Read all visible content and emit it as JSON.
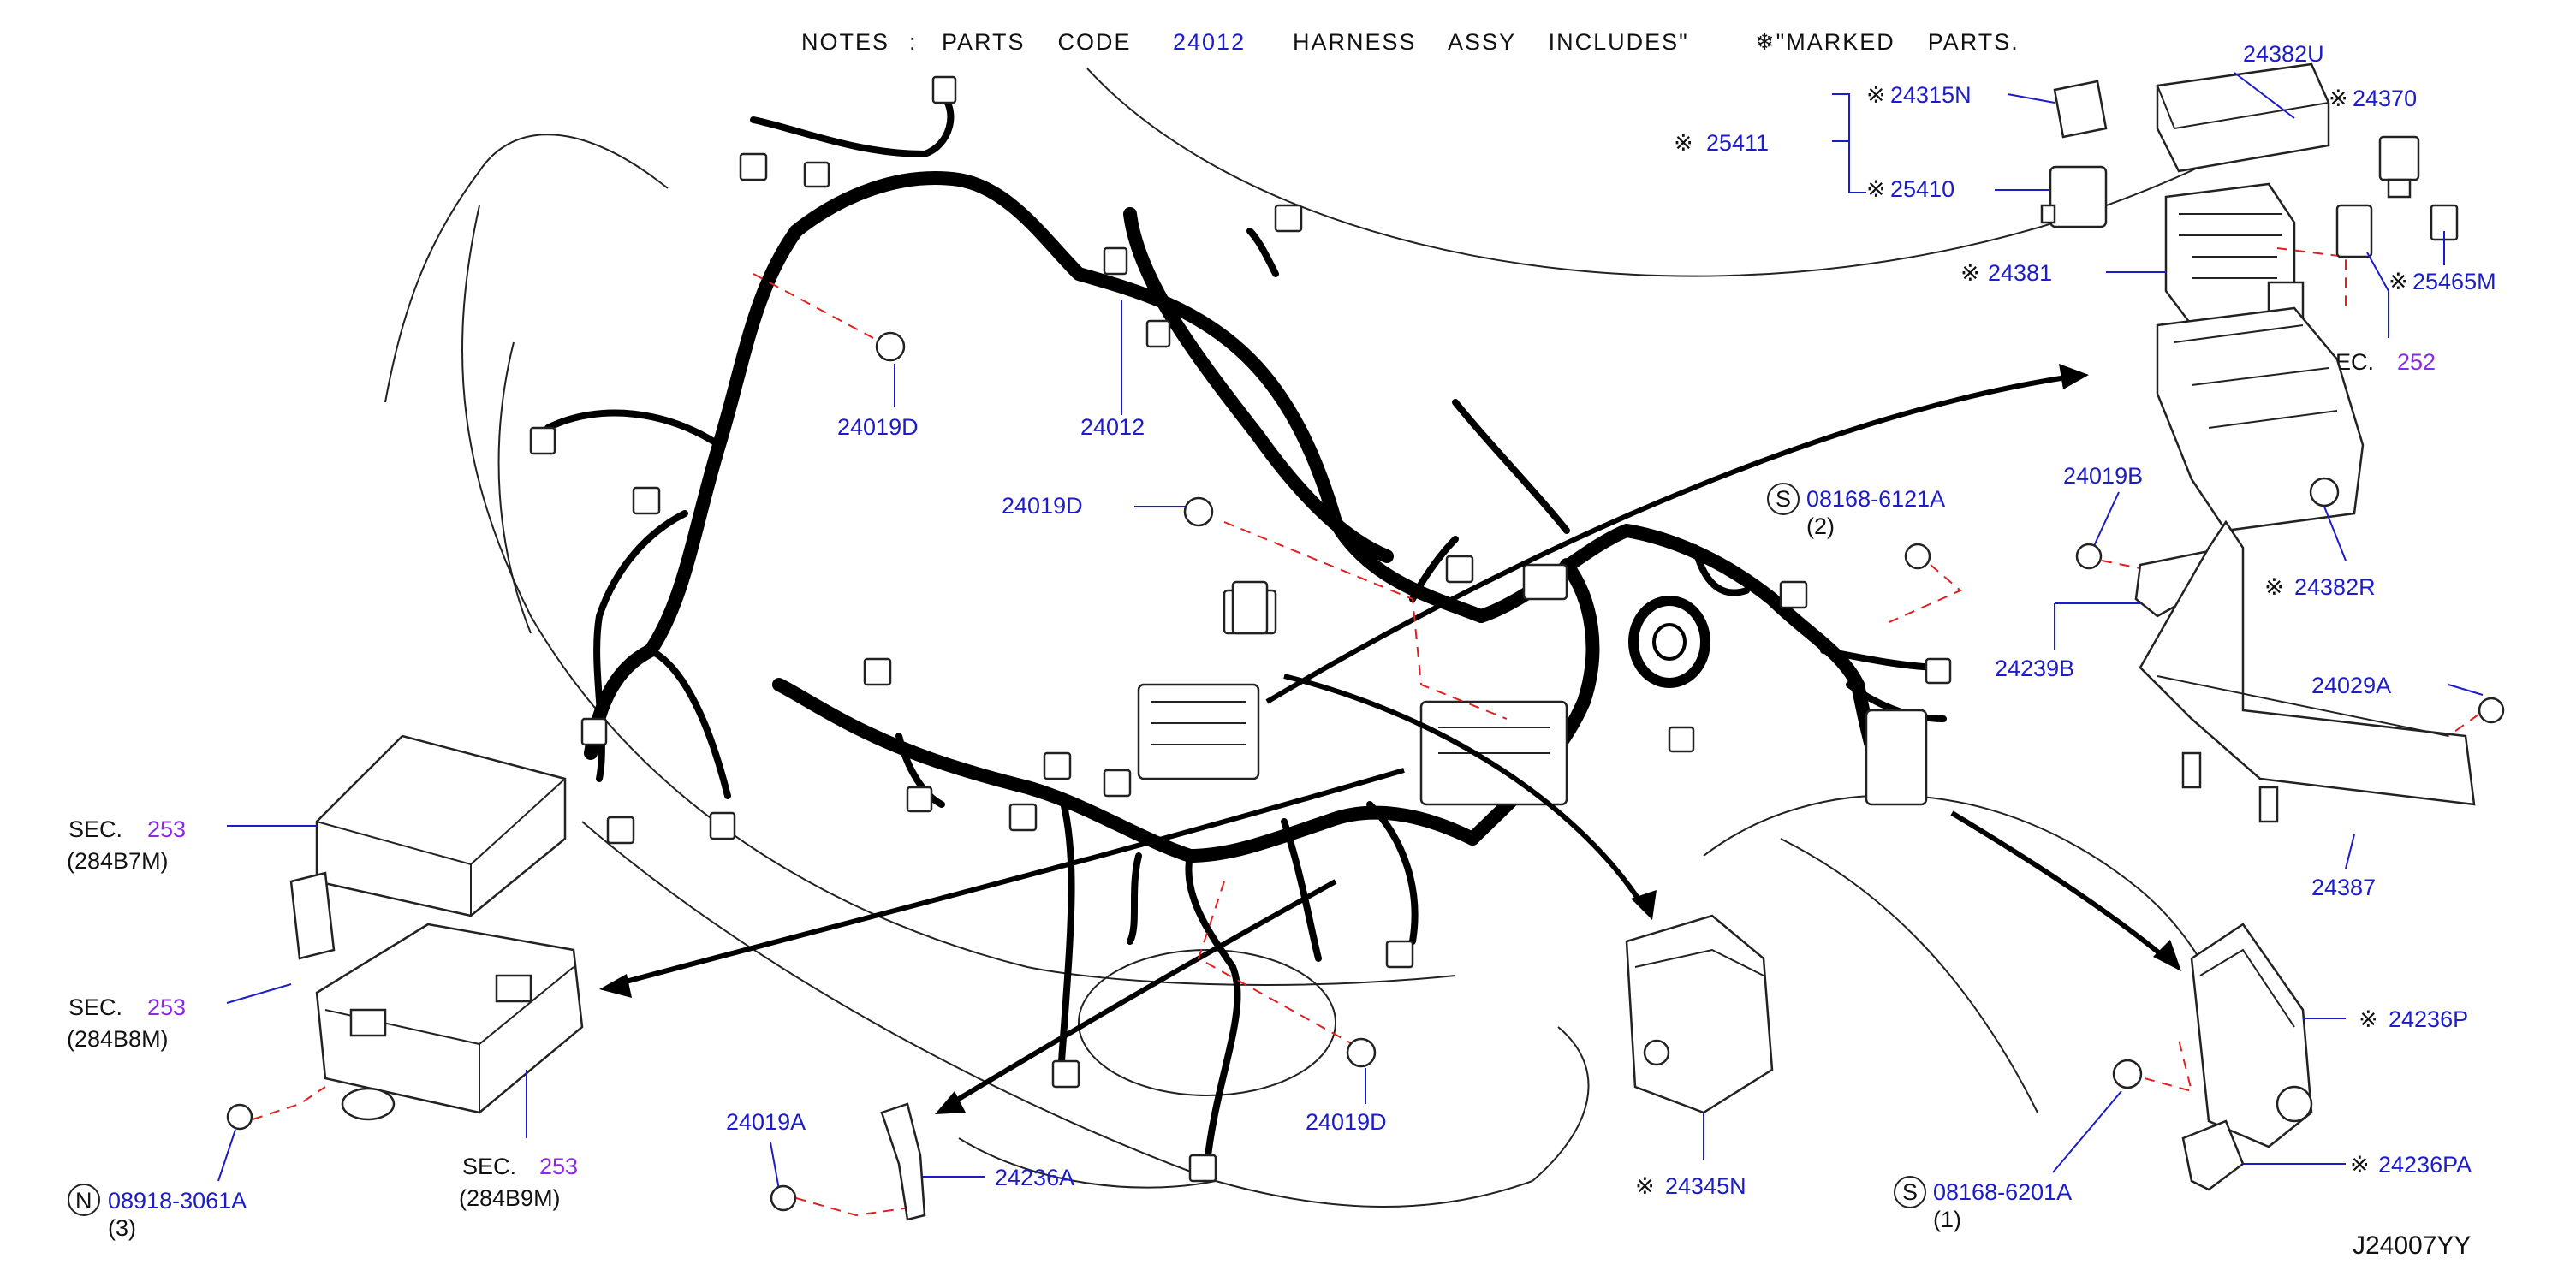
{
  "notes": {
    "prefix": "NOTES",
    "colon": ":",
    "parts_code_label": "PARTS    CODE",
    "parts_code": "24012",
    "harness_text": "HARNESS    ASSY    INCLUDES\"",
    "marked_text": "❄\"MARKED    PARTS."
  },
  "mark": "※",
  "labels": {
    "p24382U": "24382U",
    "p24370": "24370",
    "p24315N": "24315N",
    "p25411": "25411",
    "p25410": "25410",
    "p24381": "24381",
    "p25465M": "25465M",
    "sec252_prefix": "SEC.",
    "sec252_num": "252",
    "p24019D_top": "24019D",
    "p24012": "24012",
    "p24019D_mid": "24019D",
    "p08168_6121A": "08168-6121A",
    "p08168_6121A_qty": "(2)",
    "p24019B": "24019B",
    "p24382R": "24382R",
    "p24239B": "24239B",
    "p24029A": "24029A",
    "p24387": "24387",
    "sec253a_prefix": "SEC.",
    "sec253a_num": "253",
    "sec253a_sub": "(284B7M)",
    "sec253b_prefix": "SEC.",
    "sec253b_num": "253",
    "sec253b_sub": "(284B8M)",
    "sec253c_prefix": "SEC.",
    "sec253c_num": "253",
    "sec253c_sub": "(284B9M)",
    "p08918_3061A": "08918-3061A",
    "p08918_3061A_qty": "(3)",
    "p24019A": "24019A",
    "p24236A": "24236A",
    "p24019D_bot": "24019D",
    "p24345N": "24345N",
    "p08168_6201A": "08168-6201A",
    "p08168_6201A_qty": "(1)",
    "p24236P": "24236P",
    "p24236PA": "24236PA",
    "diagram_code": "J24007YY",
    "circle_s": "S",
    "circle_n": "N"
  },
  "colors": {
    "part_number": "#1c1cc8",
    "section_number": "#8a2be2",
    "dashed_leader": "#e02020",
    "harness": "#000000"
  }
}
